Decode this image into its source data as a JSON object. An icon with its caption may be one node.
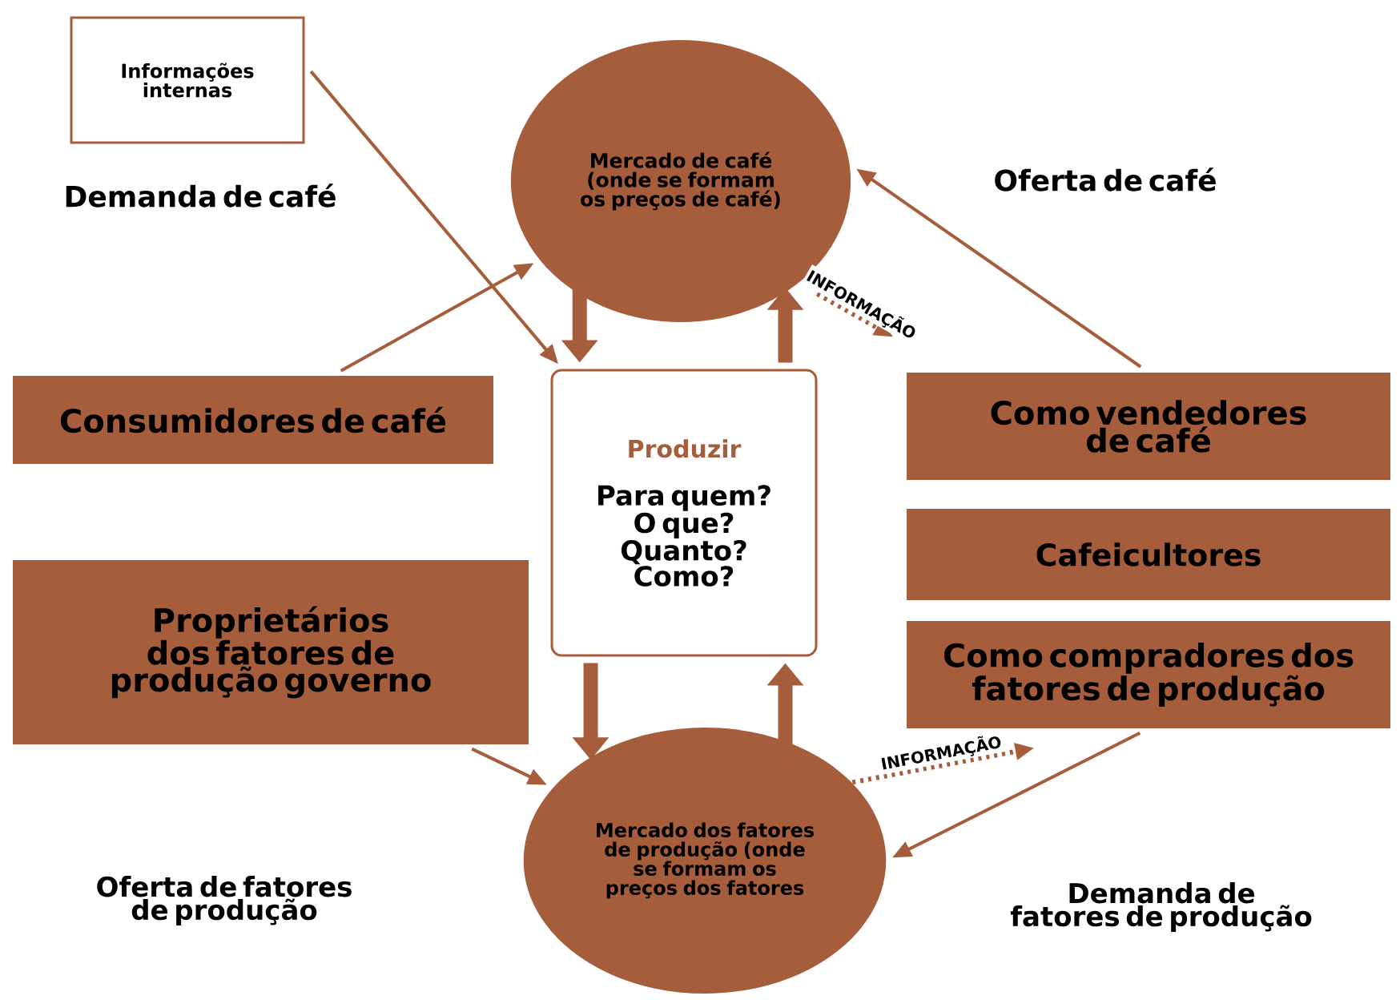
{
  "diagram": {
    "nodes": [
      {
        "text": [
          "Informações internas"
        ]
      },
      {
        "text": [
          "Mercado de café (onde se formam os preços de café)"
        ]
      },
      {
        "text": [
          "Produzir",
          "Para quem? O que? Quanto? Como?"
        ]
      },
      {
        "text": [
          "Consumidores de café"
        ]
      },
      {
        "text": [
          "Como vendedores de café"
        ]
      },
      {
        "text": [
          "Cafeicultores"
        ]
      },
      {
        "text": [
          "Como compradores dos fatores de produção"
        ]
      },
      {
        "text": [
          "Proprietários dos fatores de produção governo"
        ]
      },
      {
        "text": [
          "Mercado dos fatores de produção (onde se formam os preços dos fatores"
        ]
      }
    ],
    "edges": [
      {
        "from": 0,
        "to": 2,
        "arrow": "to"
      },
      {
        "from": 3,
        "to": 1,
        "arrow": "to"
      },
      {
        "from": 4,
        "to": 1,
        "arrow": "to"
      },
      {
        "from": 1,
        "to": 2,
        "arrow": "to",
        "style": "thick"
      },
      {
        "from": 2,
        "to": 1,
        "arrow": "to",
        "style": "thick"
      },
      {
        "from": 1,
        "to": 4,
        "arrow": "to",
        "style": "dashed",
        "label": "INFORMAÇÃO"
      },
      {
        "from": 2,
        "to": 8,
        "arrow": "to",
        "style": "thick"
      },
      {
        "from": 8,
        "to": 2,
        "arrow": "to",
        "style": "thick"
      },
      {
        "from": 8,
        "to": 6,
        "arrow": "to",
        "style": "dashed",
        "label": "INFORMAÇÃO"
      },
      {
        "from": 7,
        "to": 8,
        "arrow": "to"
      },
      {
        "from": 6,
        "to": 8,
        "arrow": "to"
      }
    ],
    "labels": [
      "Demanda de café",
      "Oferta de café",
      "Oferta de fatores de produção",
      "Demanda de fatores de produção"
    ]
  }
}
